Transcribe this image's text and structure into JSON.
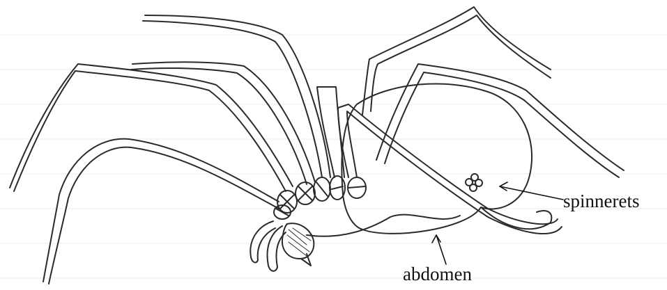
{
  "labels": {
    "spinnerets": "spinnerets",
    "abdomen": "abdomen"
  },
  "colors": {
    "ink": "#2a2a2a",
    "paper": "#ffffff",
    "ruled_line": "#e9e9e9"
  },
  "illustration": "hand-drawn-spider-sketch"
}
